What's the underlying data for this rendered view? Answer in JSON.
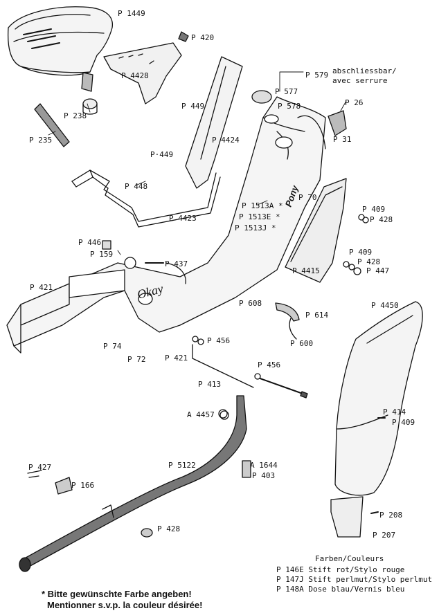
{
  "parts": [
    {
      "id": "p1449",
      "label": "P 1449"
    },
    {
      "id": "p420",
      "label": "P 420"
    },
    {
      "id": "p4428",
      "label": "P 4428"
    },
    {
      "id": "p449a",
      "label": "P 449"
    },
    {
      "id": "p238",
      "label": "P 238"
    },
    {
      "id": "p235",
      "label": "P 235"
    },
    {
      "id": "p449b",
      "label": "P·449"
    },
    {
      "id": "p4424",
      "label": "P 4424"
    },
    {
      "id": "p448",
      "label": "P 448"
    },
    {
      "id": "p4423",
      "label": "P 4423"
    },
    {
      "id": "p579",
      "label": "P 579"
    },
    {
      "id": "p579note1",
      "label": "abschliessbar/"
    },
    {
      "id": "p579note2",
      "label": "avec serrure"
    },
    {
      "id": "p577",
      "label": "P 577"
    },
    {
      "id": "p578",
      "label": "P 578"
    },
    {
      "id": "p26",
      "label": "P 26"
    },
    {
      "id": "p31",
      "label": "P 31"
    },
    {
      "id": "p70",
      "label": "P 70"
    },
    {
      "id": "p1513a",
      "label": "P 1513A *"
    },
    {
      "id": "p1513e",
      "label": "P 1513E *"
    },
    {
      "id": "p1513j",
      "label": "P 1513J *"
    },
    {
      "id": "p409a",
      "label": "P 409"
    },
    {
      "id": "p428a",
      "label": "P 428"
    },
    {
      "id": "p446",
      "label": "P 446"
    },
    {
      "id": "p159",
      "label": "P 159"
    },
    {
      "id": "p437",
      "label": "P 437"
    },
    {
      "id": "p409b",
      "label": "P 409"
    },
    {
      "id": "p428b",
      "label": "P 428"
    },
    {
      "id": "p4415",
      "label": "P 4415"
    },
    {
      "id": "p447",
      "label": "P 447"
    },
    {
      "id": "p421a",
      "label": "P 421"
    },
    {
      "id": "p608",
      "label": "P 608"
    },
    {
      "id": "p614",
      "label": "P 614"
    },
    {
      "id": "p4450",
      "label": "P 4450"
    },
    {
      "id": "p74",
      "label": "P 74"
    },
    {
      "id": "p456a",
      "label": "P 456"
    },
    {
      "id": "p600",
      "label": "P 600"
    },
    {
      "id": "p72",
      "label": "P 72"
    },
    {
      "id": "p421b",
      "label": "P 421"
    },
    {
      "id": "p456b",
      "label": "P 456"
    },
    {
      "id": "p413",
      "label": "P 413"
    },
    {
      "id": "a4457",
      "label": "A 4457"
    },
    {
      "id": "p414",
      "label": "P 414"
    },
    {
      "id": "p409c",
      "label": "P 409"
    },
    {
      "id": "p5122",
      "label": "P 5122"
    },
    {
      "id": "a1644",
      "label": "A 1644"
    },
    {
      "id": "p403",
      "label": "P 403"
    },
    {
      "id": "p427",
      "label": "P 427"
    },
    {
      "id": "p166",
      "label": "P 166"
    },
    {
      "id": "p428c",
      "label": "P 428"
    },
    {
      "id": "p208",
      "label": "P 208"
    },
    {
      "id": "p207",
      "label": "P 207"
    }
  ],
  "decal_text": "Pony",
  "script_text": "Okay",
  "legend": {
    "title": "Farben/Couleurs",
    "items": [
      "P 146E Stift rot/Stylo rouge",
      "P 147J Stift perlmut/Stylo perlmut",
      "P 148A Dose blau/Vernis bleu"
    ]
  },
  "note": {
    "line1": "* Bitte gewünschte Farbe angeben!",
    "line2": "Mentionner s.v.p. la couleur désirée!"
  }
}
